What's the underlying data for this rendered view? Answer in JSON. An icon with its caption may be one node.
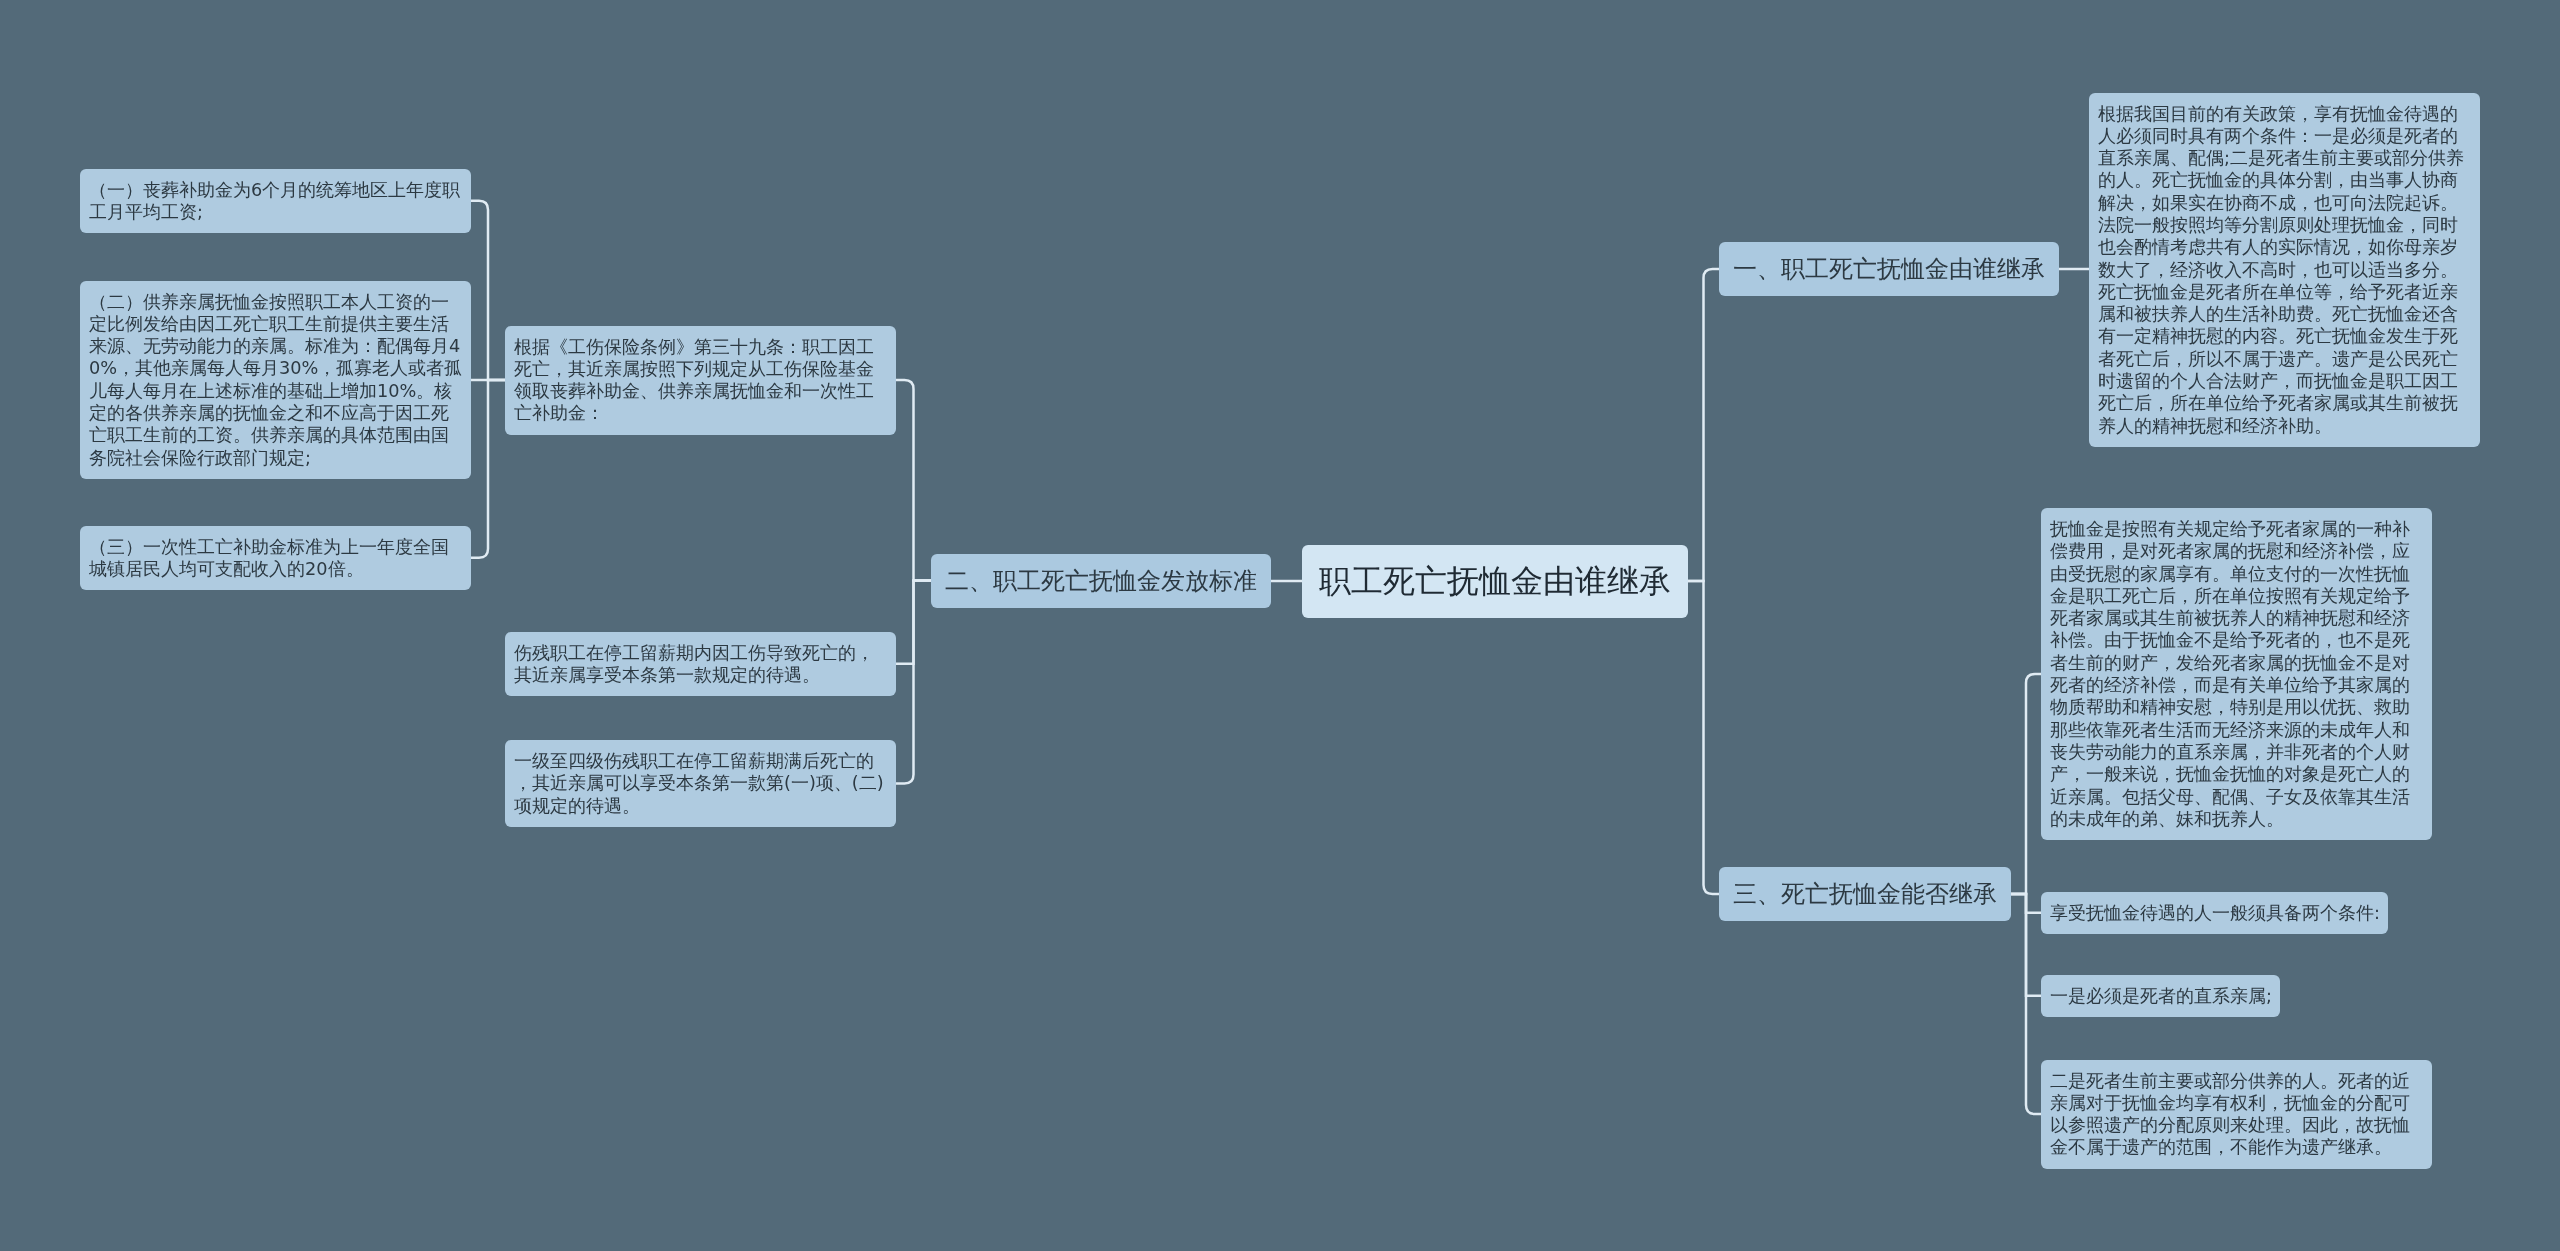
{
  "diagram": {
    "nodes": [
      {
        "text": [
          "职工死亡抚恤金由谁继承"
        ]
      },
      {
        "text": [
          "一、职工死亡抚恤金由谁继承"
        ]
      },
      {
        "text": [
          "根据我国目前的有关政策，享有抚恤金待遇的人必须同时具有两个条件：一是必须是死者的直系亲属、配偶;二是死者生前主要或部分供养的人。死亡抚恤金的具体分割，由当事人协商解决，如果实在协商不成，也可向法院起诉。法院一般按照均等分割原则处理抚恤金，同时也会酌情考虑共有人的实际情况，如你母亲岁数大了，经济收入不高时，也可以适当多分。死亡抚恤金是死者所在单位等，给予死者近亲属和被扶养人的生活补助费。死亡抚恤金还含有一定精神抚慰的内容。死亡抚恤金发生于死者死亡后，所以不属于遗产。遗产是公民死亡时遗留的个人合法财产，而抚恤金是职工因工死亡后，所在单位给予死者家属或其生前被抚养人的精神抚慰和经济补助。"
        ]
      },
      {
        "text": [
          "二、职工死亡抚恤金发放标准"
        ]
      },
      {
        "text": [
          "根据《工伤保险条例》第三十九条：职工因工死亡，其近亲属按照下列规定从工伤保险基金领取丧葬补助金、供养亲属抚恤金和一次性工亡补助金："
        ]
      },
      {
        "text": [
          "（一）丧葬补助金为6个月的统筹地区上年度职工月平均工资;"
        ]
      },
      {
        "text": [
          "（二）供养亲属抚恤金按照职工本人工资的一定比例发给由因工死亡职工生前提供主要生活来源、无劳动能力的亲属。标准为：配偶每月40%，其他亲属每人每月30%，孤寡老人或者孤儿每人每月在上述标准的基础上增加10%。核定的各供养亲属的抚恤金之和不应高于因工死亡职工生前的工资。供养亲属的具体范围由国务院社会保险行政部门规定;"
        ]
      },
      {
        "text": [
          "（三）一次性工亡补助金标准为上一年度全国城镇居民人均可支配收入的20倍。"
        ]
      },
      {
        "text": [
          "伤残职工在停工留薪期内因工伤导致死亡的，其近亲属享受本条第一款规定的待遇。"
        ]
      },
      {
        "text": [
          "一级至四级伤残职工在停工留薪期满后死亡的，其近亲属可以享受本条第一款第(一)项、(二)项规定的待遇。"
        ]
      },
      {
        "text": [
          "三、死亡抚恤金能否继承"
        ]
      },
      {
        "text": [
          "抚恤金是按照有关规定给予死者家属的一种补偿费用，是对死者家属的抚慰和经济补偿，应由受抚慰的家属享有。单位支付的一次性抚恤金是职工死亡后，所在单位按照有关规定给予死者家属或其生前被抚养人的精神抚慰和经济补偿。由于抚恤金不是给予死者的，也不是死者生前的财产，发给死者家属的抚恤金不是对死者的经济补偿，而是有关单位给予其家属的物质帮助和精神安慰，特别是用以优抚、救助那些依靠死者生活而无经济来源的未成年人和丧失劳动能力的直系亲属，并非死者的个人财产，一般来说，抚恤金抚恤的对象是死亡人的近亲属。包括父母、配偶、子女及依靠其生活的未成年的弟、妹和抚养人。"
        ]
      },
      {
        "text": [
          "享受抚恤金待遇的人一般须具备两个条件:"
        ]
      },
      {
        "text": [
          "一是必须是死者的直系亲属;"
        ]
      },
      {
        "text": [
          "二是死者生前主要或部分供养的人。死者的近亲属对于抚恤金均享有权利，抚恤金的分配可以参照遗产的分配原则来处理。因此，故抚恤金不属于遗产的范围，不能作为遗产继承。"
        ]
      }
    ],
    "edges": [
      {
        "from": 0,
        "to": 1,
        "arrow": "none"
      },
      {
        "from": 1,
        "to": 2,
        "arrow": "none"
      },
      {
        "from": 0,
        "to": 3,
        "arrow": "none"
      },
      {
        "from": 3,
        "to": 4,
        "arrow": "none"
      },
      {
        "from": 4,
        "to": 5,
        "arrow": "none"
      },
      {
        "from": 4,
        "to": 6,
        "arrow": "none"
      },
      {
        "from": 4,
        "to": 7,
        "arrow": "none"
      },
      {
        "from": 3,
        "to": 8,
        "arrow": "none"
      },
      {
        "from": 3,
        "to": 9,
        "arrow": "none"
      },
      {
        "from": 0,
        "to": 10,
        "arrow": "none"
      },
      {
        "from": 10,
        "to": 11,
        "arrow": "none"
      },
      {
        "from": 10,
        "to": 12,
        "arrow": "none"
      },
      {
        "from": 10,
        "to": 13,
        "arrow": "none"
      },
      {
        "from": 10,
        "to": 14,
        "arrow": "none"
      }
    ]
  }
}
